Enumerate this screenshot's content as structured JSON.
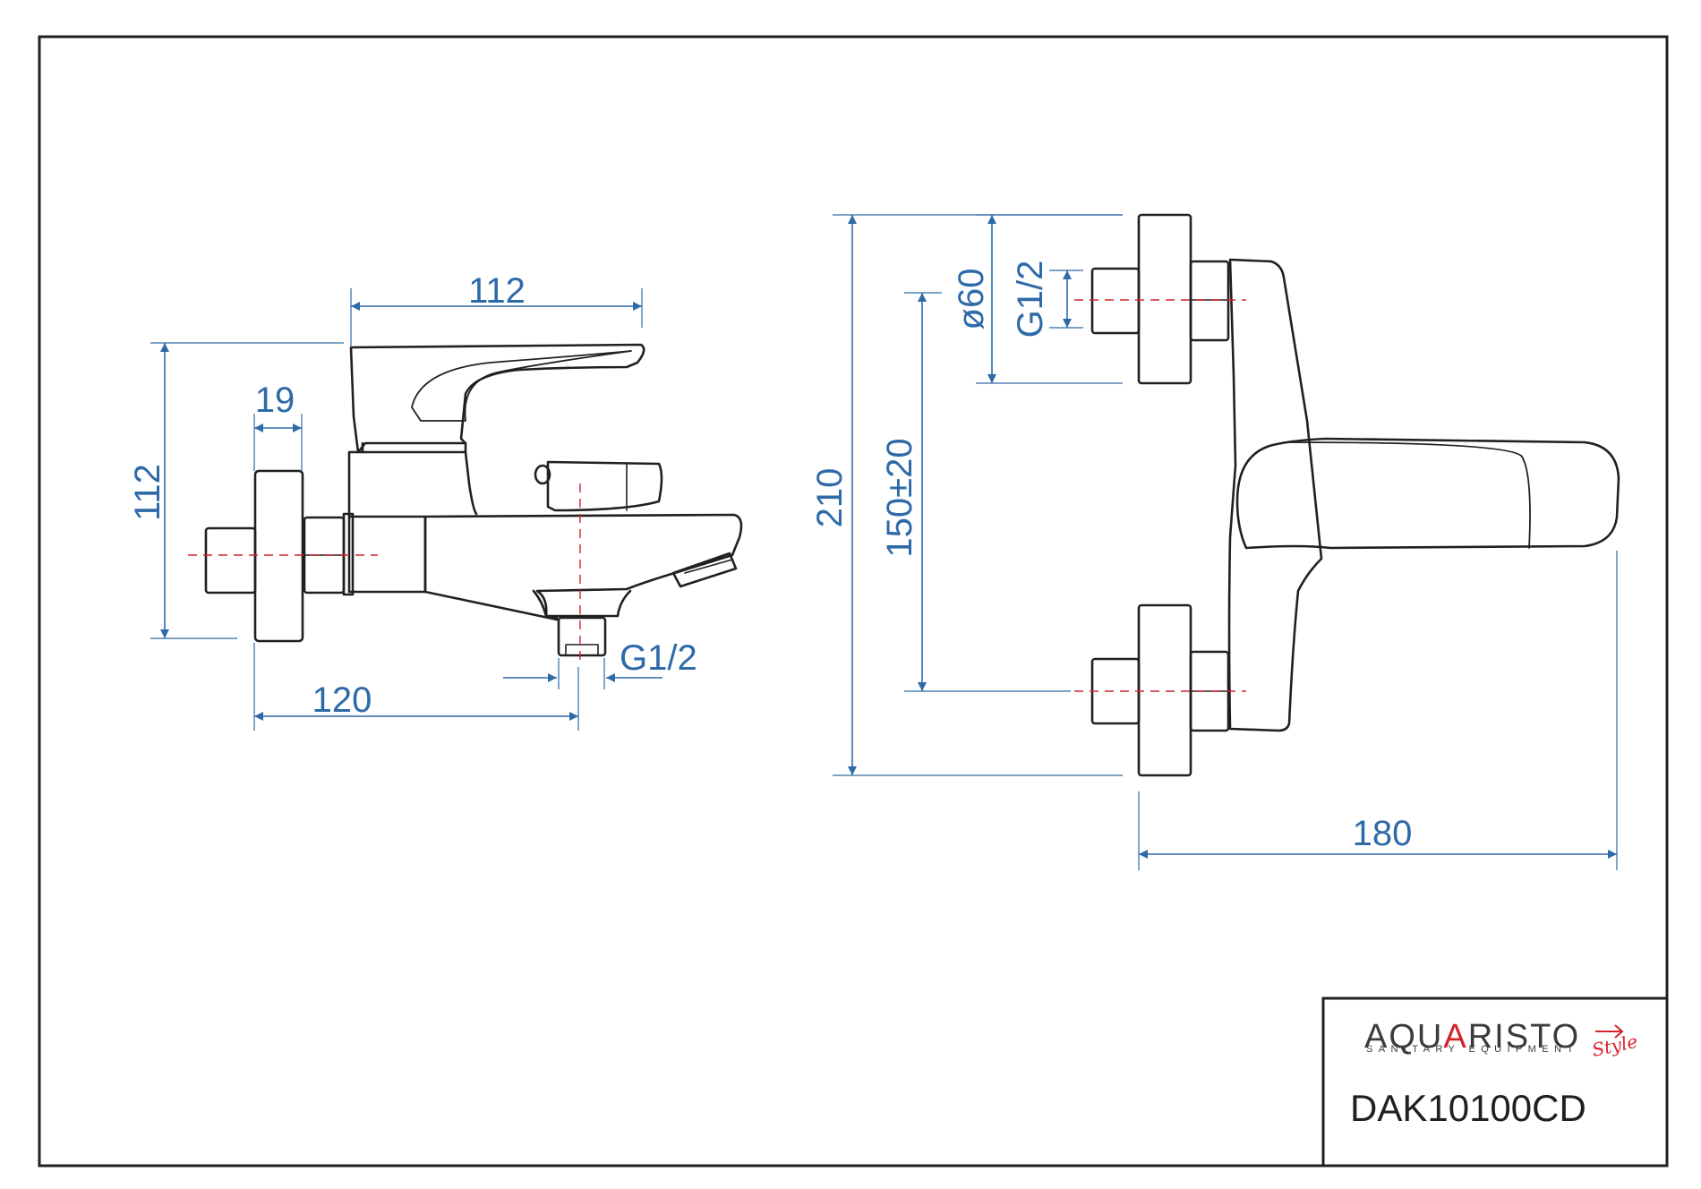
{
  "drawing": {
    "side_view": {
      "dim_handle_width": "112",
      "dim_height": "112",
      "dim_flange": "19",
      "dim_projection": "120",
      "dim_outlet_thread": "G1/2"
    },
    "front_view": {
      "dim_total_height": "210",
      "dim_center_distance": "150±20",
      "dim_diameter": "ø60",
      "dim_inlet_thread": "G1/2",
      "dim_depth": "180"
    }
  },
  "title_block": {
    "brand": {
      "pre": "AQU",
      "accent": "A",
      "post": "RISTO",
      "tagline": "SANITARY EQUIPMENT",
      "script": "Style"
    },
    "product_code": "DAK10100CD"
  },
  "colors": {
    "line": "#231f20",
    "dimension": "#2e6aa8",
    "centerline": "#d2232a",
    "brand_accent": "#d2232a"
  }
}
